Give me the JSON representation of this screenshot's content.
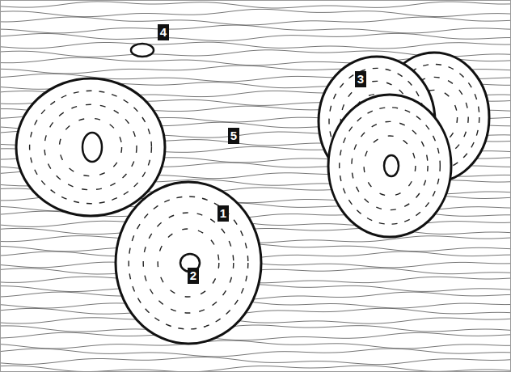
{
  "diagram": {
    "labels": [
      "4",
      "5",
      "3",
      "1",
      "2"
    ]
  }
}
